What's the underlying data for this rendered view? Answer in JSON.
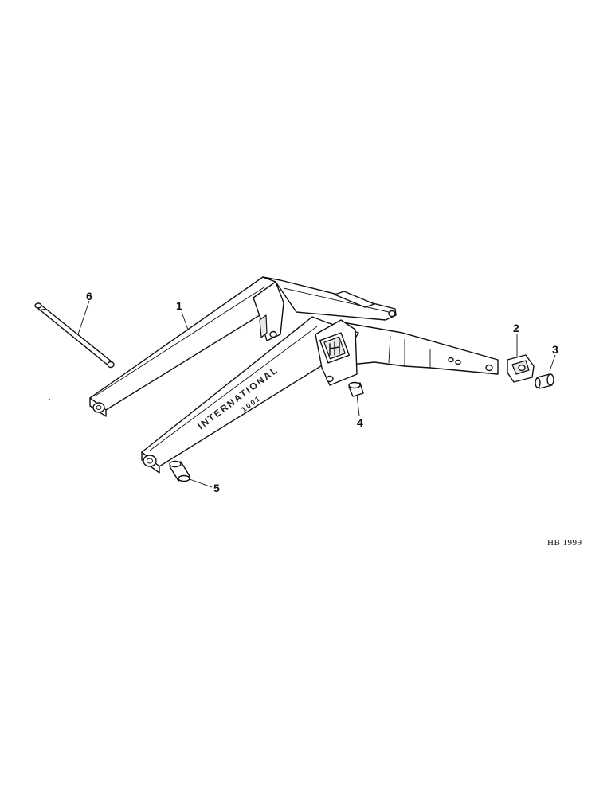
{
  "diagram": {
    "callouts": [
      {
        "id": "1",
        "label": "1"
      },
      {
        "id": "2",
        "label": "2"
      },
      {
        "id": "3",
        "label": "3"
      },
      {
        "id": "4",
        "label": "4"
      },
      {
        "id": "5",
        "label": "5"
      },
      {
        "id": "6",
        "label": "6"
      }
    ],
    "frame_stamp": "INTERNATIONAL",
    "frame_stamp_model": "1001",
    "reference": "HB 1999",
    "colors": {
      "ink": "#111111",
      "paper": "#ffffff",
      "shade": "#e8e8e8"
    }
  }
}
